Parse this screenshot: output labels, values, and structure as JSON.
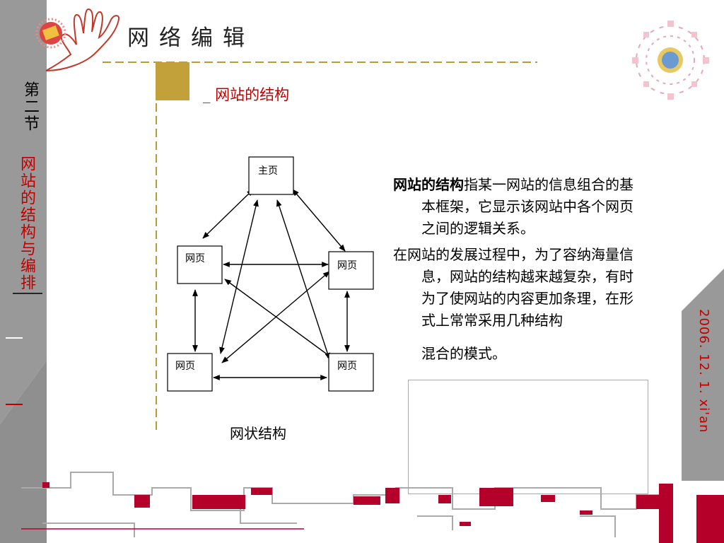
{
  "header": {
    "title": "网络编辑"
  },
  "sidebar": {
    "section_number": "第二节",
    "section_title": "网站的结构与编排"
  },
  "subtitle": "_ 网站的结构",
  "diagram": {
    "nodes": {
      "home": "主页",
      "page": "网页"
    },
    "caption": "网状结构"
  },
  "description": {
    "term": "网站的结构",
    "definition": "指某一网站的信息组合的基本框架，它显示该网站中各个网页之间的逻辑关系。",
    "paragraph2": "在网站的发展过程中，为了容纳海量信息，网站的结构越来越复杂，有时为了使网站的内容更加条理，在形式上常常采用几种结构",
    "paragraph3": "混合的模式。"
  },
  "date": "2006. 12. 1. xi'an",
  "colors": {
    "accent_red": "#c00000",
    "gold": "#c2a13a",
    "sidebar_gray": "#999999"
  }
}
